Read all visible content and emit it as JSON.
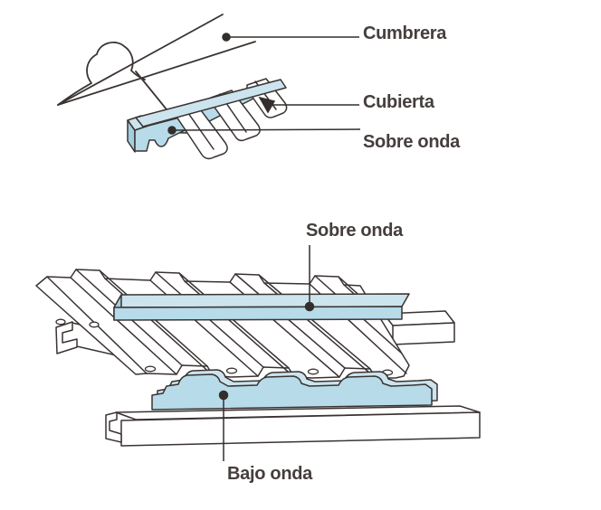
{
  "figure": {
    "description_labels_only": "roofing accessories diagram",
    "top_diagram": {
      "labels": {
        "cumbrera": "Cumbrera",
        "cubierta": "Cubierta",
        "sobre_onda": "Sobre onda"
      }
    },
    "bottom_diagram": {
      "labels": {
        "sobre_onda": "Sobre onda",
        "bajo_onda": "Bajo onda"
      }
    }
  },
  "colors": {
    "background": "#ffffff",
    "outline": "#3a3332",
    "leader": "#332e2c",
    "label_text": "#453e3c",
    "fill_top_face": "#cbe4ee",
    "fill_front_face": "#b7dbe8",
    "fill_side_face": "#a3cfdf",
    "fill_white": "#ffffff"
  }
}
